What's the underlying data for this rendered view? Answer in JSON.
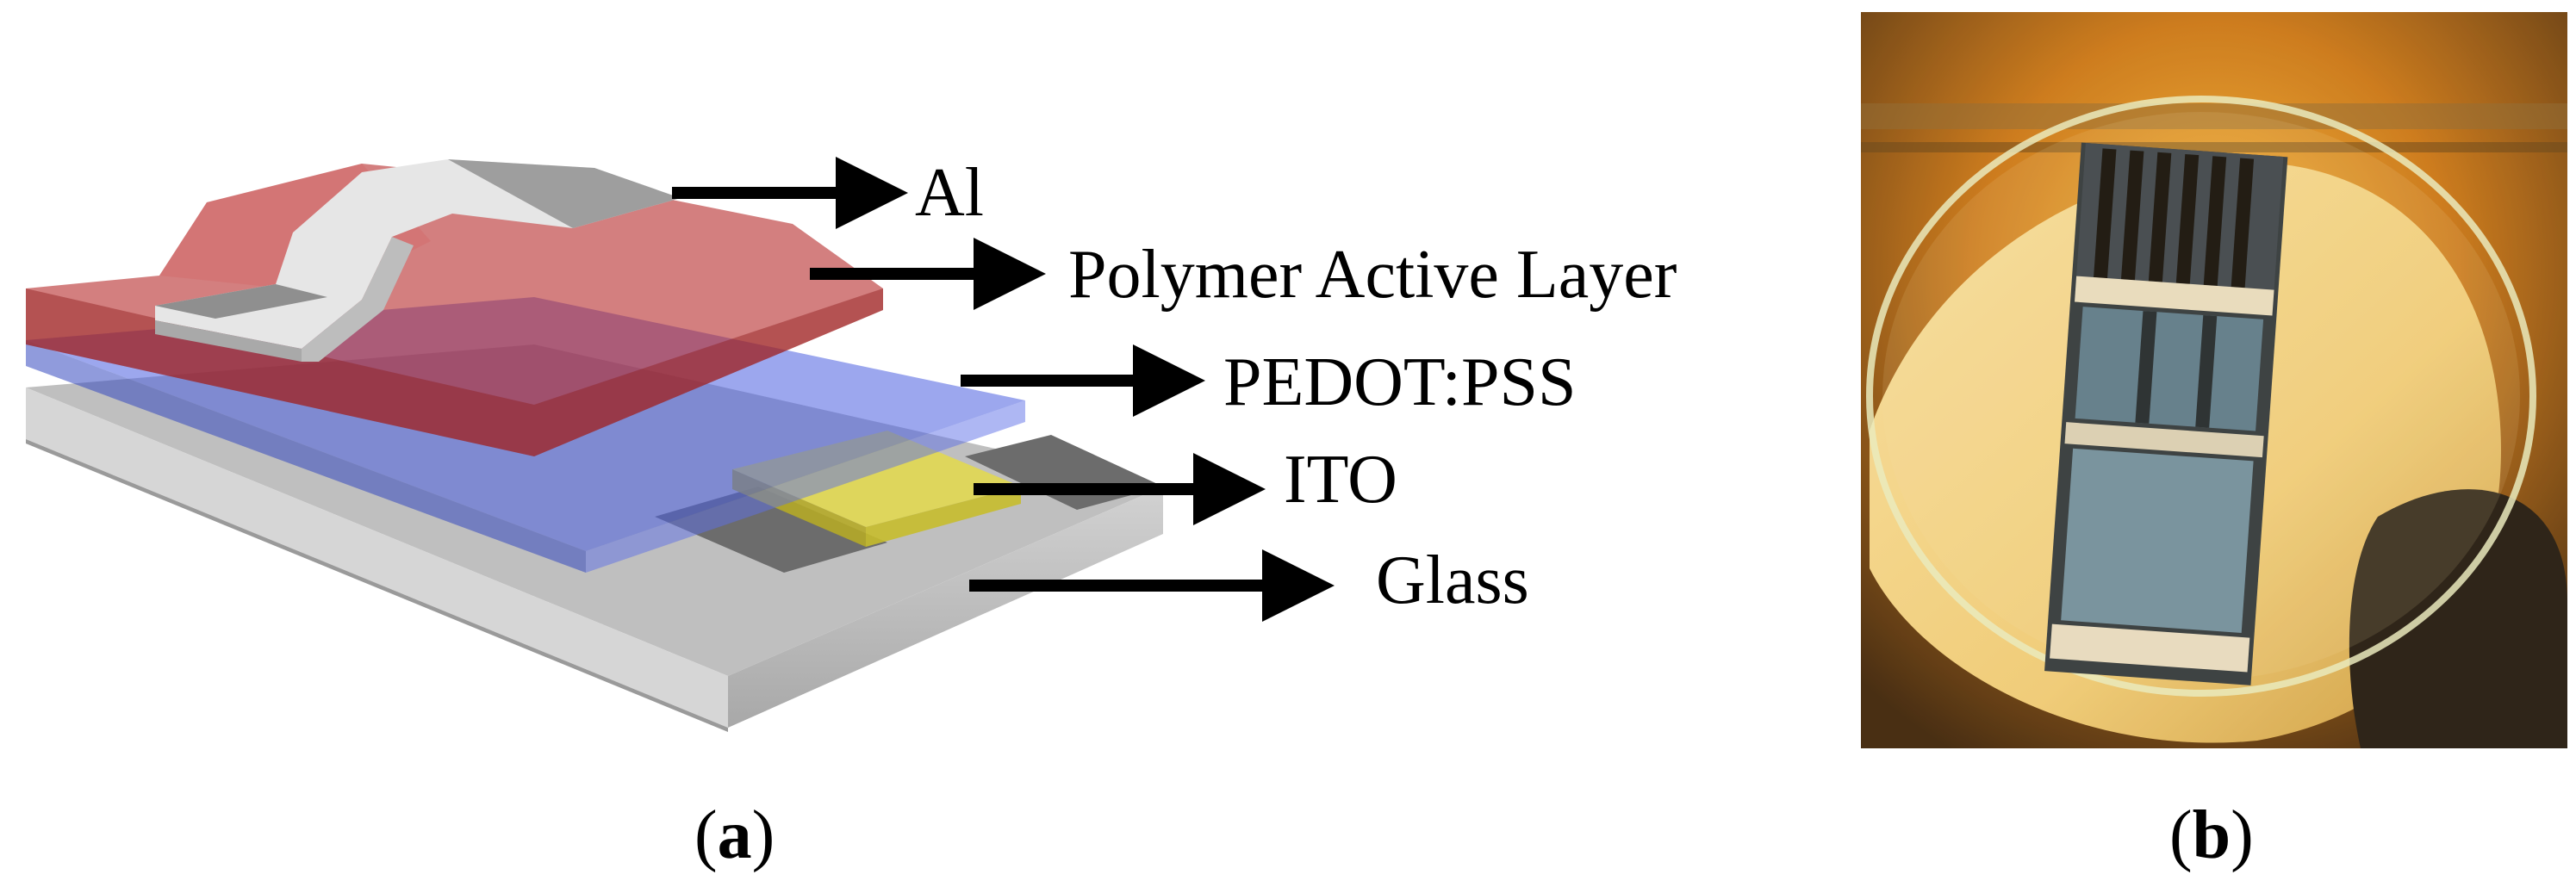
{
  "layers": [
    {
      "id": "al",
      "label": "Al",
      "color": "#d9d9d9"
    },
    {
      "id": "polymer",
      "label": "Polymer Active Layer",
      "color": "#b22222"
    },
    {
      "id": "pedot",
      "label": "PEDOT:PSS",
      "color": "#4a5fd8"
    },
    {
      "id": "ito",
      "label": "ITO",
      "color": "#d7cc3a"
    },
    {
      "id": "glass",
      "label": "Glass",
      "color": "#bdbdbd"
    }
  ],
  "panels": [
    {
      "id": "a",
      "letter": "a"
    },
    {
      "id": "b",
      "letter": "b"
    }
  ]
}
